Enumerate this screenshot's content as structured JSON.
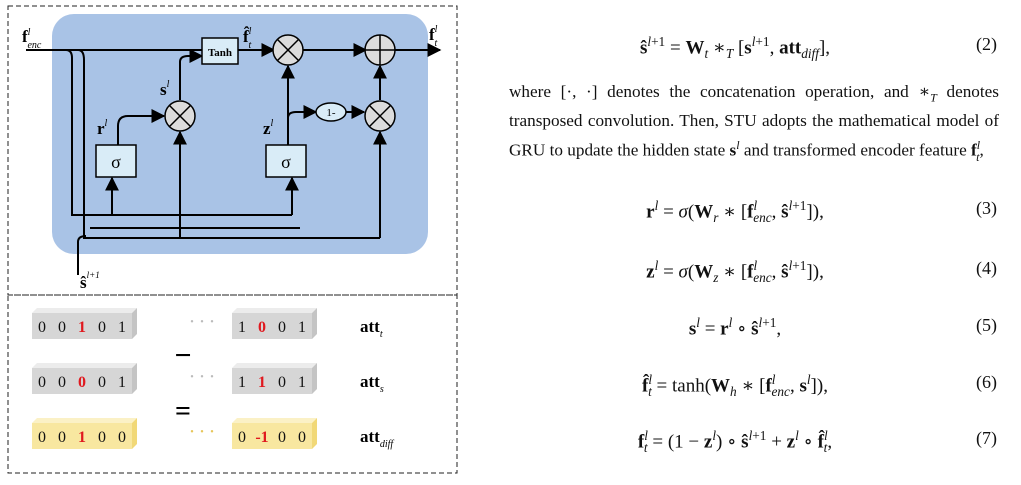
{
  "figure": {
    "inputs": {
      "f_enc": {
        "base": "f",
        "sup": "l",
        "sub": "enc"
      },
      "s_hat_next": {
        "base": "ŝ",
        "sup": "l+1"
      }
    },
    "outputs": {
      "f_t": {
        "base": "f",
        "sup": "l",
        "sub": "t"
      },
      "f_hat_t": {
        "base": "f̂",
        "sup": "l",
        "sub": "t"
      }
    },
    "tanh_label": "Tanh",
    "sigma_label": "σ",
    "one_minus_label": "1-",
    "gate_labels": {
      "s": {
        "base": "s",
        "sup": "l"
      },
      "r": {
        "base": "r",
        "sup": "l"
      },
      "z": {
        "base": "z",
        "sup": "l"
      }
    },
    "operator_minus": "−",
    "operator_equals": "=",
    "ellipsis": "• • •",
    "rows": [
      {
        "label": {
          "base": "att",
          "sub": "t"
        },
        "left": [
          "0",
          "0",
          "1",
          "0",
          "1"
        ],
        "right": [
          "1",
          "0",
          "0",
          "1"
        ],
        "left_red_index": 2,
        "right_red_index": 1,
        "style": "gray"
      },
      {
        "label": {
          "base": "att",
          "sub": "s"
        },
        "left": [
          "0",
          "0",
          "0",
          "0",
          "1"
        ],
        "right": [
          "1",
          "1",
          "0",
          "1"
        ],
        "left_red_index": 2,
        "right_red_index": 1,
        "style": "gray"
      },
      {
        "label": {
          "base": "att",
          "sub": "diff"
        },
        "left": [
          "0",
          "0",
          "1",
          "0",
          "0"
        ],
        "right": [
          "0",
          "-1",
          "0",
          "0"
        ],
        "left_red_index": 2,
        "right_red_index": 1,
        "style": "yellow"
      }
    ],
    "colors": {
      "panel": "#a9c3e6",
      "red": "#e0191f",
      "gray_top": "#ececec",
      "gray_face": "#d6d6d6",
      "yellow_face": "#f8e7a0"
    }
  },
  "paper": {
    "paragraph": {
      "p1": "where [·, ·] denotes the concatenation operation, and ",
      "op": "∗",
      "op_sub": "T",
      "p2": " denotes transposed convolution. Then, STU adopts the mathematical model of GRU to update the hidden state ",
      "s_var": "s",
      "s_sup": "l",
      "p3": " and transformed encoder feature ",
      "f_var": "f",
      "f_sup": "l",
      "f_sub": "t",
      "p4": ","
    },
    "equations": [
      {
        "number": "(2)"
      },
      {
        "number": "(3)"
      },
      {
        "number": "(4)"
      },
      {
        "number": "(5)"
      },
      {
        "number": "(6)"
      },
      {
        "number": "(7)"
      }
    ]
  }
}
